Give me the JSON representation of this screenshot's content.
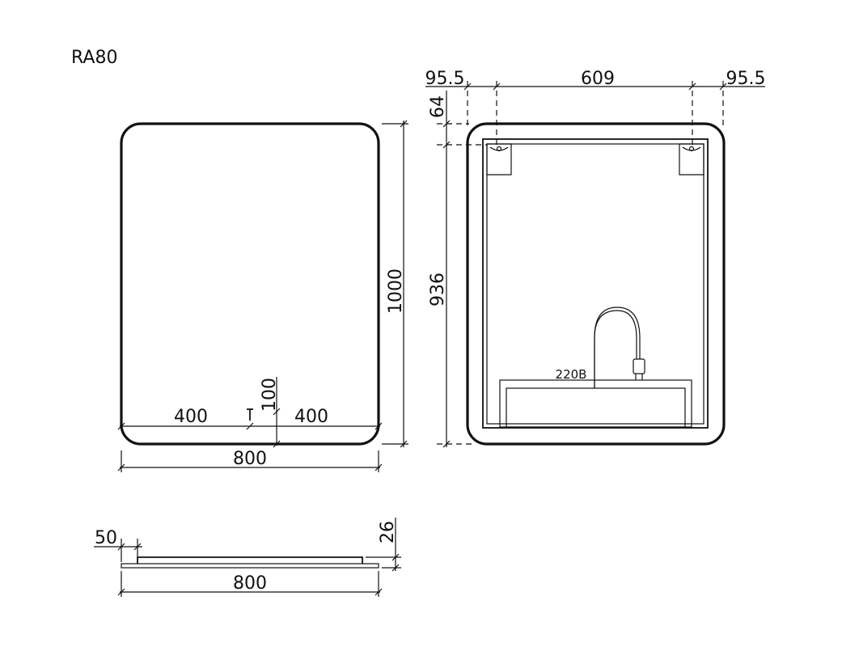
{
  "title": "RA80",
  "front_view": {
    "width_label": "800",
    "height_label": "1000",
    "left_offset_label": "400",
    "right_offset_label": "400",
    "sensor_height_label": "100"
  },
  "back_view": {
    "left_margin_label": "95.5",
    "center_span_label": "609",
    "right_margin_label": "95.5",
    "top_offset_label": "64",
    "mount_height_label": "936",
    "power_label": "220В"
  },
  "side_view": {
    "width_label": "800",
    "inset_label": "50",
    "thickness_label": "26"
  }
}
